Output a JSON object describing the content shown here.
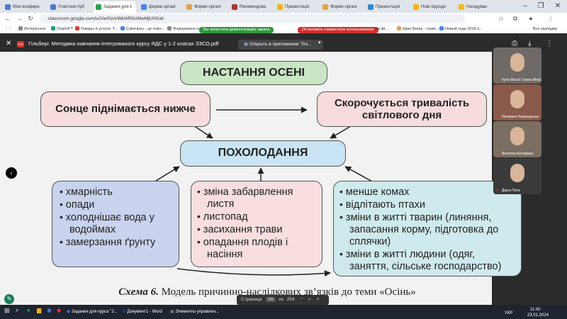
{
  "browser": {
    "tabs": [
      {
        "label": "Мои конфере",
        "color": "#4a7bd0",
        "active": false
      },
      {
        "label": "Участник пуб",
        "color": "#4a7bd0",
        "active": false
      },
      {
        "label": "Задания для к",
        "color": "#2aa14f",
        "active": true
      },
      {
        "label": "форми органі",
        "color": "#4285f4",
        "active": false
      },
      {
        "label": "Форми органі",
        "color": "#e8a33d",
        "active": false
      },
      {
        "label": "Рекомендова",
        "color": "#a33",
        "active": false
      },
      {
        "label": "Презентація",
        "color": "#f4b400",
        "active": false
      },
      {
        "label": "Форми органі",
        "color": "#e8a33d",
        "active": false
      },
      {
        "label": "Презентація",
        "color": "#2a8bd6",
        "active": false
      },
      {
        "label": "Нові підходи",
        "color": "#f4b400",
        "active": false
      },
      {
        "label": "Нагадуван",
        "color": "#fbbc04",
        "active": false
      }
    ],
    "url": "classroom.google.com/u/2/w/NzA4MzM5NzMwMjU0/t/all",
    "bookmarks": [
      "Интересное",
      "ChatGPT",
      "Товары и услуги: T...",
      "Calendary - це повн...",
      "Формування навча...",
      "ие фі...",
      "Шри-Ланка - турис...",
      "Новый года 2018 о..."
    ],
    "all_bookmarks": "Все закладки",
    "notice_demo": "Вы запустили демонстрацию экрана",
    "notice_stop": "Остановить совместное использование"
  },
  "viewer": {
    "file_title": "Гільберг. Методика навчання інтегрованого курсу ЯДС у 1-2 класах ЗЗСО.pdf",
    "open_in_app": "Открыть в приложении \"Go...",
    "page_label": "Страница",
    "page_current": "69",
    "page_sep": "из",
    "page_total": "254"
  },
  "schema": {
    "top_title": "НАСТАННЯ ОСЕНІ",
    "left_box": "Сонце піднімається нижче",
    "right_box": "Скорочується тривалість світлового дня",
    "center_title": "ПОХОЛОДАННЯ",
    "col1": [
      "хмарність",
      "опади",
      "холоднішає вода у водоймах",
      "замерзання ґрунту"
    ],
    "col2": [
      "зміна забарвлення листя",
      "листопад",
      "засихання трави",
      "опадання плодів і насіння"
    ],
    "col3": [
      "менше комах",
      "відлітають птахи",
      "зміни в житті тварин (линяння, запасання корму, підготовка до сплячки)",
      "зміни в житті людини (одяг, заняття, сільське господарство)"
    ],
    "caption_label": "Схема 6.",
    "caption_text": " Модель причинно-наслідкових зв’язків до теми «Осінь»"
  },
  "participants": [
    {
      "name": "Iryna Mozul / Ірина Мозуль",
      "bg": "#6f6a66"
    },
    {
      "name": "Катерина Бершадська",
      "bg": "#8a5a4a"
    },
    {
      "name": "Ангеліна Антарман",
      "bg": "#7b6e62"
    },
    {
      "name": "Діана Пата",
      "bg": "#3a3a3a"
    }
  ],
  "taskbar": {
    "apps": [
      "Задания для курса \"2...",
      "Документ1 - Word",
      "Элементы управлен..."
    ],
    "lang": "УКР",
    "time": "11:42",
    "date": "23.01.2024"
  },
  "colors": {
    "green": "#c9e6c4",
    "pink": "#f6dcdc",
    "blue": "#c9e4f4",
    "lavender": "#c9d3ee",
    "pink2": "#f8dede",
    "cyan": "#cfeaec"
  }
}
